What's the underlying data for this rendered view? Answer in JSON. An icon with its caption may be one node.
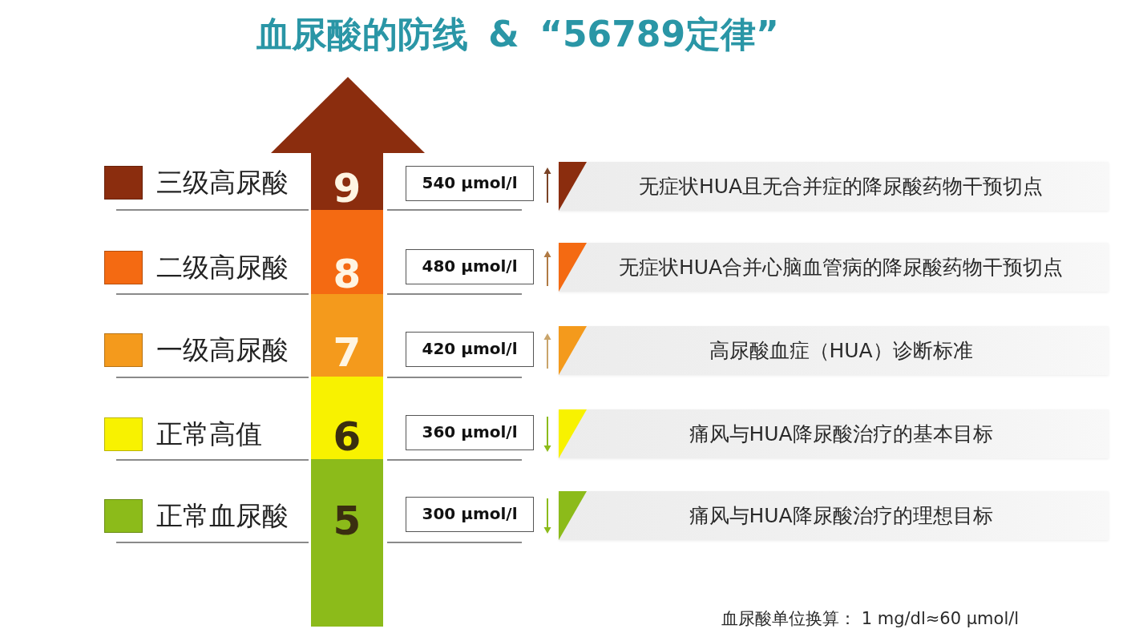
{
  "diagram": {
    "title": "血尿酸的防线 & “56789定律”",
    "nodes": [
      {
        "text": [
          "9"
        ]
      },
      {
        "text": [
          "540 μmol/l"
        ]
      },
      {
        "text": [
          "无症状HUA且无合并症的降尿酸药物干预切点"
        ]
      },
      {
        "text": [
          "8"
        ]
      },
      {
        "text": [
          "480 μmol/l"
        ]
      },
      {
        "text": [
          "无症状HUA合并心脑血管病的降尿酸药物干预切点"
        ]
      },
      {
        "text": [
          "7"
        ]
      },
      {
        "text": [
          "420 μmol/l"
        ]
      },
      {
        "text": [
          "高尿酸血症（HUA）诊断标准"
        ]
      },
      {
        "text": [
          "6"
        ]
      },
      {
        "text": [
          "360 μmol/l"
        ]
      },
      {
        "text": [
          "痛风与HUA降尿酸治疗的基本目标"
        ]
      },
      {
        "text": [
          "5"
        ]
      },
      {
        "text": [
          "300 μmol/l"
        ]
      },
      {
        "text": [
          "痛风与HUA降尿酸治疗的理想目标"
        ]
      }
    ],
    "labels": [
      "血尿酸单位换算： 1 mg/dl≈60 μmol/l"
    ],
    "legend": [
      {
        "text": "三级高尿酸",
        "color": "#8b2d0e"
      },
      {
        "text": "二级高尿酸",
        "color": "#f46a12"
      },
      {
        "text": "一级高尿酸",
        "color": "#f49a1c"
      },
      {
        "text": "正常高值",
        "color": "#f8f200"
      },
      {
        "text": "正常血尿酸",
        "color": "#8cbb1a"
      }
    ]
  }
}
